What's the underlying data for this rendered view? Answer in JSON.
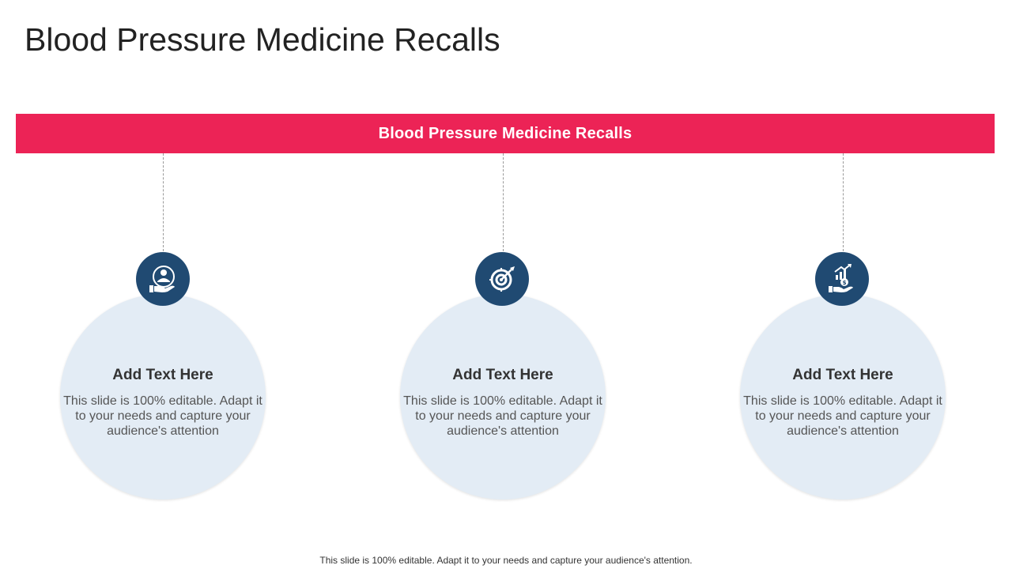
{
  "title": "Blood Pressure Medicine Recalls",
  "banner": {
    "label": "Blood Pressure Medicine Recalls",
    "color": "#ec2356"
  },
  "colors": {
    "icon_circle": "#204a72",
    "card_circle": "#e3ecf5"
  },
  "cards": [
    {
      "icon": "hand-person-icon",
      "heading": "Add Text Here",
      "body": "This slide is 100% editable. Adapt it to your needs and capture your audience's attention"
    },
    {
      "icon": "target-arrow-icon",
      "heading": "Add Text Here",
      "body": "This slide is 100% editable. Adapt it to your needs and capture your audience's attention"
    },
    {
      "icon": "hand-money-growth-icon",
      "heading": "Add Text Here",
      "body": "This slide is 100% editable. Adapt it to your needs and capture your audience's attention"
    }
  ],
  "footer": "This slide is 100% editable. Adapt it to your needs and capture your audience's attention."
}
